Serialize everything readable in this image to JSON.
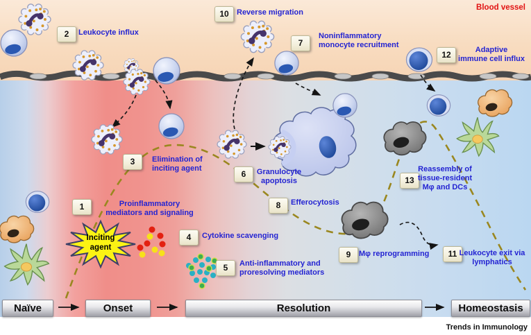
{
  "vessel_label": "Blood vessel",
  "credit": "Trends in Immunology",
  "inciting_agent": "Inciting\nagent",
  "phases": [
    {
      "label": "Naïve"
    },
    {
      "label": "Onset"
    },
    {
      "label": "Resolution"
    },
    {
      "label": "Homeostasis"
    }
  ],
  "steps": [
    {
      "num": "1",
      "label": "Proinflammatory\nmediators and signaling"
    },
    {
      "num": "2",
      "label": "Leukocyte influx"
    },
    {
      "num": "3",
      "label": "Elimination of\ninciting agent"
    },
    {
      "num": "4",
      "label": "Cytokine scavenging"
    },
    {
      "num": "5",
      "label": "Anti-inflammatory and\nproresolving mediators"
    },
    {
      "num": "6",
      "label": "Granulocyte\napoptosis"
    },
    {
      "num": "7",
      "label": "Noninflammatory\nmonocyte recruitment"
    },
    {
      "num": "8",
      "label": "Efferocytosis"
    },
    {
      "num": "9",
      "label": "Mφ reprogramming"
    },
    {
      "num": "10",
      "label": "Reverse migration"
    },
    {
      "num": "11",
      "label": "Leukocyte exit via\nlymphatics"
    },
    {
      "num": "12",
      "label": "Adaptive\nimmune cell influx"
    },
    {
      "num": "13",
      "label": "Reassembly of\ntissue-resident\nMφ and DCs"
    }
  ],
  "icons": {
    "neutrophil": "neutrophil-cell",
    "monocyte": "monocyte-cell",
    "lymphocyte": "lymphocyte-cell",
    "macrophage_gray": "gray-macrophage-cell",
    "macrophage_orange": "orange-macrophage-cell",
    "dendritic": "dendritic-cell",
    "efferocyte": "efferocytosing-macrophage"
  },
  "colors": {
    "label_blue": "#2424d2",
    "vessel_red": "#e11212",
    "curve_olive": "#9a871f",
    "starburst_yellow": "#fbf314",
    "onset_red": "#f08e89",
    "naive_blue": "#b7cfe9"
  }
}
